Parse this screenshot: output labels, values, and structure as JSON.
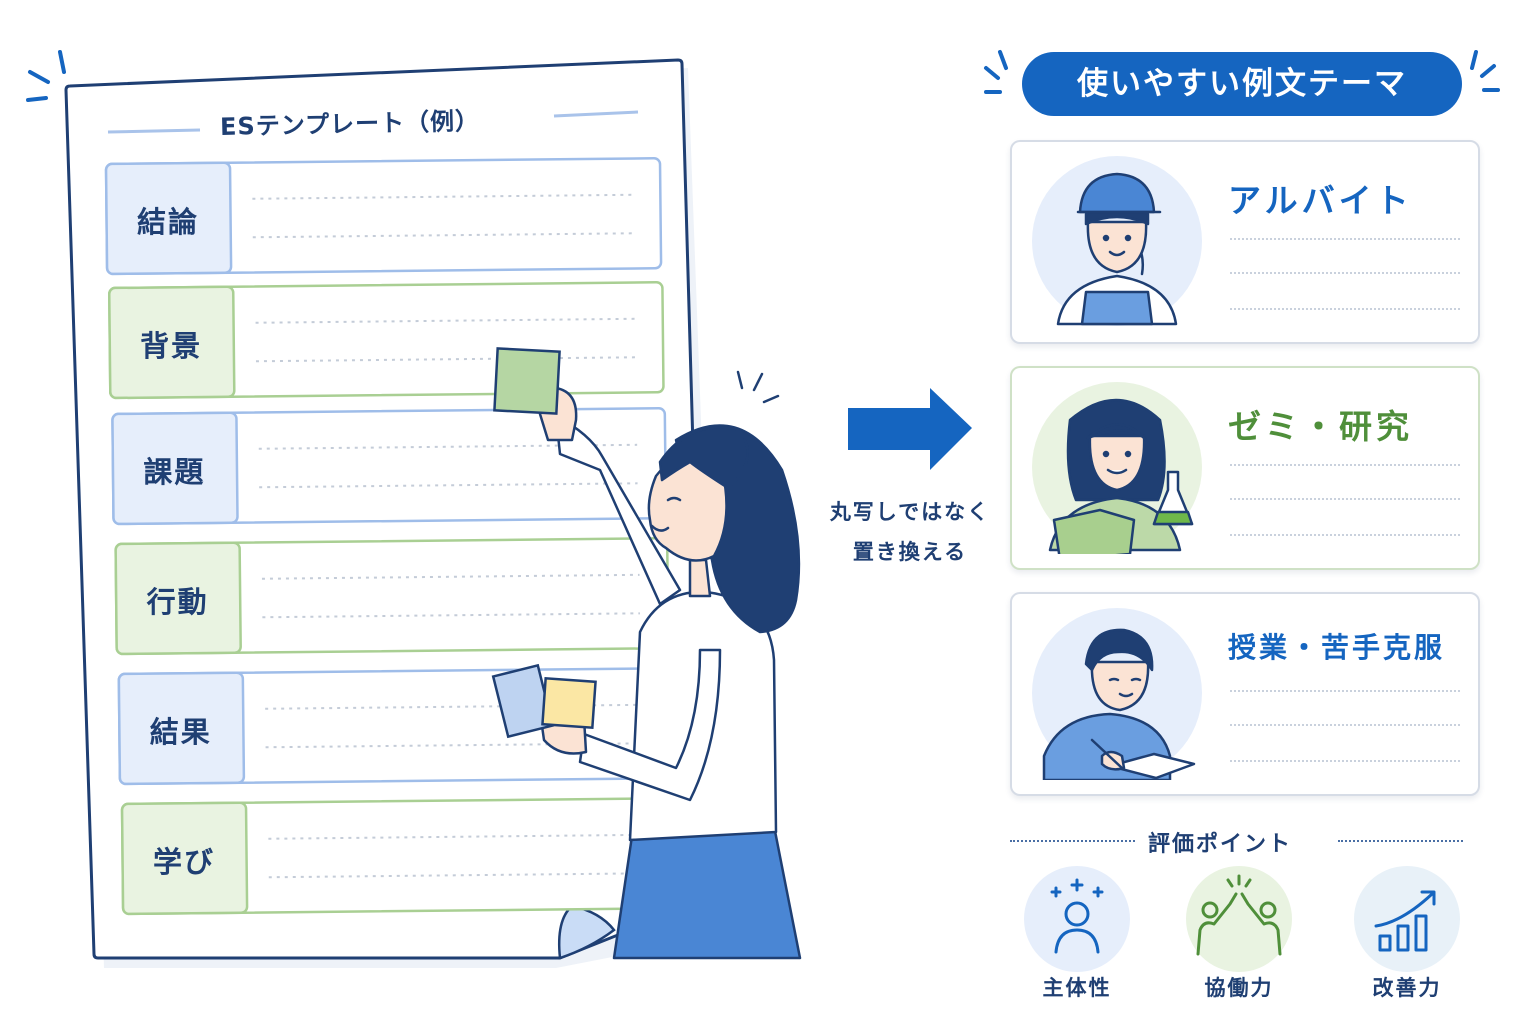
{
  "template": {
    "title": "ESテンプレート（例）",
    "rows": [
      {
        "label": "結論",
        "tone": "blue"
      },
      {
        "label": "背景",
        "tone": "green"
      },
      {
        "label": "課題",
        "tone": "blue"
      },
      {
        "label": "行動",
        "tone": "green"
      },
      {
        "label": "結果",
        "tone": "blue"
      },
      {
        "label": "学び",
        "tone": "green"
      }
    ]
  },
  "transition": {
    "line1": "丸写しではなく",
    "line2": "置き換える"
  },
  "themes": {
    "heading": "使いやすい例文テーマ",
    "cards": [
      {
        "title": "アルバイト",
        "avatar": "part-time-worker-avatar"
      },
      {
        "title": "ゼミ・研究",
        "avatar": "student-researcher-avatar"
      },
      {
        "title": "授業・苦手克服",
        "avatar": "studying-student-avatar"
      }
    ]
  },
  "evaluation": {
    "heading": "評価ポイント",
    "points": [
      {
        "label": "主体性",
        "icon": "person-sparkle-icon",
        "color": "#1565c0"
      },
      {
        "label": "協働力",
        "icon": "high-five-icon",
        "color": "#4f8f3a"
      },
      {
        "label": "改善力",
        "icon": "growth-chart-icon",
        "color": "#1565c0"
      }
    ]
  },
  "colors": {
    "primary": "#1565c0",
    "navy": "#1f3f73",
    "green": "#4f8f3a",
    "blue_fill": "#e6eefb",
    "green_fill": "#e9f3e1"
  }
}
